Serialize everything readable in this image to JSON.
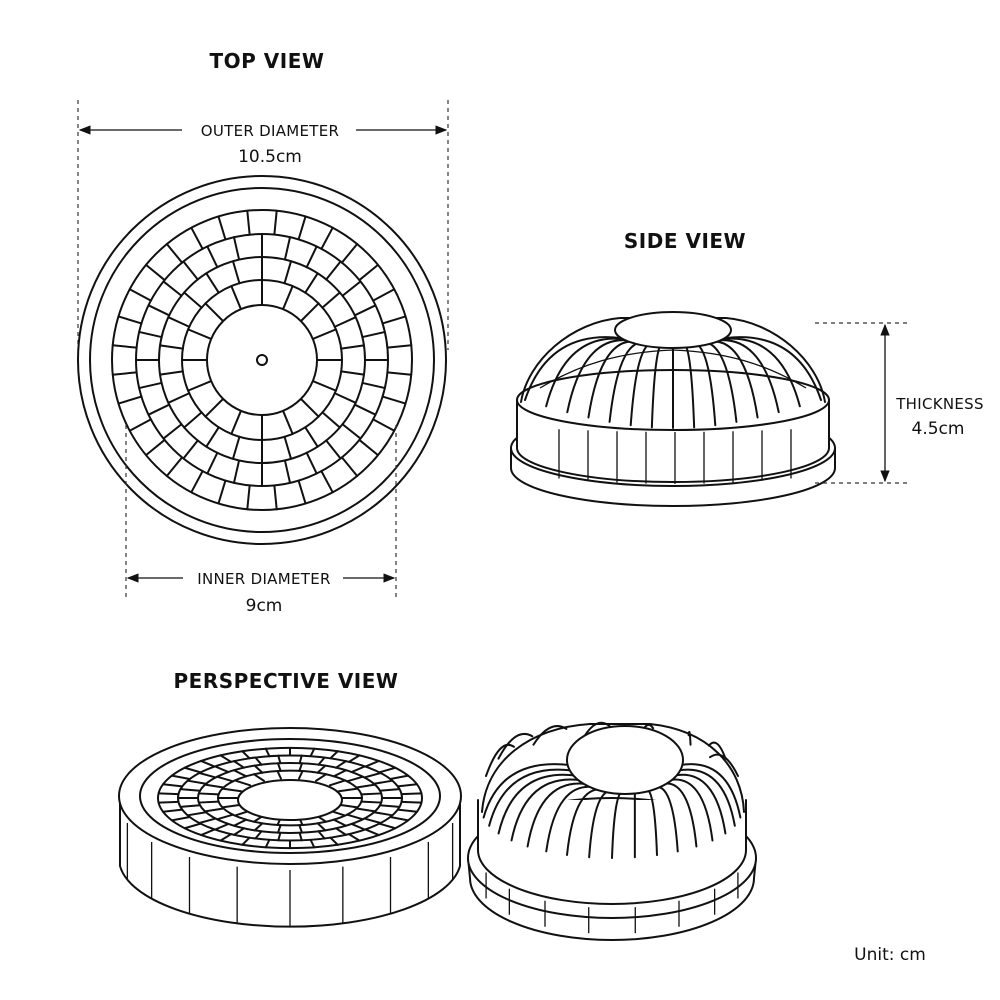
{
  "views": {
    "top": {
      "title": "TOP VIEW"
    },
    "side": {
      "title": "SIDE VIEW"
    },
    "perspective": {
      "title": "PERSPECTIVE VIEW"
    }
  },
  "dimensions": {
    "outer": {
      "label": "OUTER DIAMETER",
      "value": "10.5cm"
    },
    "inner": {
      "label": "INNER DIAMETER",
      "value": "9cm"
    },
    "thickness": {
      "label": "THICKNESS",
      "value": "4.5cm"
    }
  },
  "unit_note": "Unit: cm"
}
